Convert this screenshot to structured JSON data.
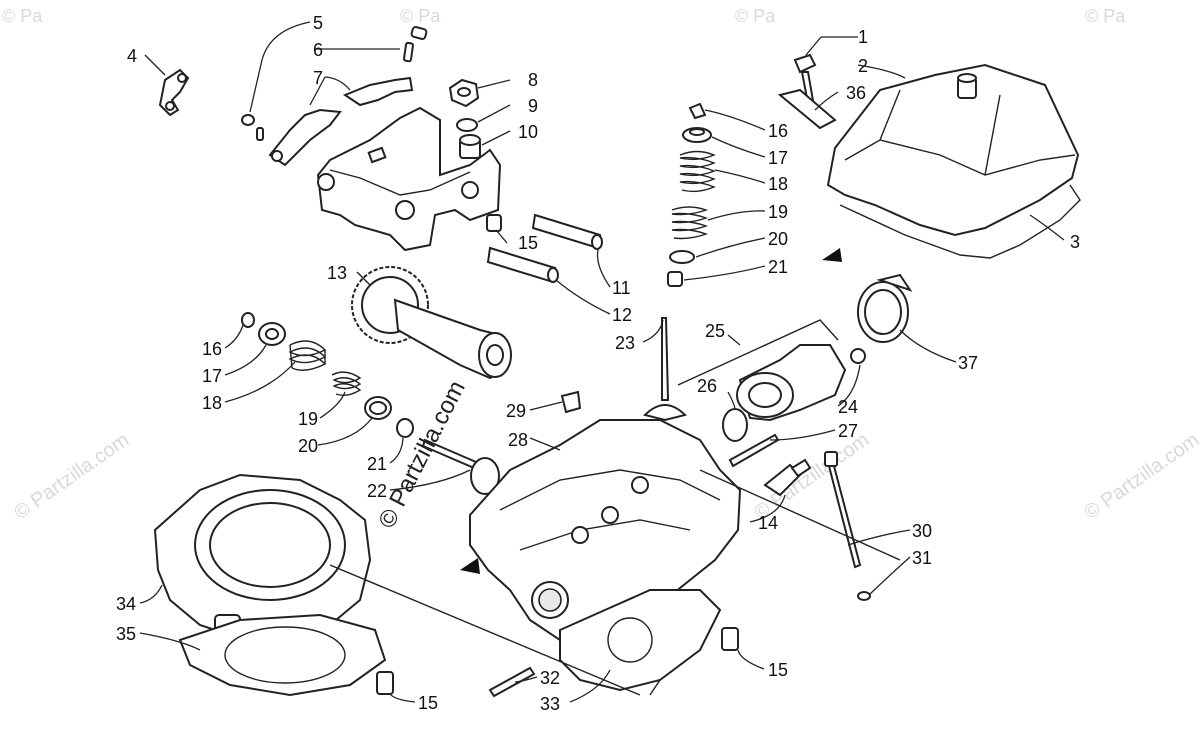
{
  "watermark": {
    "main_text": "© Partzilla.com",
    "faint_text": "© Partzilla.com",
    "corner_text": "© Pa"
  },
  "callouts": [
    {
      "id": "c1",
      "label": "1"
    },
    {
      "id": "c2",
      "label": "2"
    },
    {
      "id": "c3",
      "label": "3"
    },
    {
      "id": "c4",
      "label": "4"
    },
    {
      "id": "c5",
      "label": "5"
    },
    {
      "id": "c6",
      "label": "6"
    },
    {
      "id": "c7",
      "label": "7"
    },
    {
      "id": "c8",
      "label": "8"
    },
    {
      "id": "c9",
      "label": "9"
    },
    {
      "id": "c10",
      "label": "10"
    },
    {
      "id": "c11",
      "label": "11"
    },
    {
      "id": "c12",
      "label": "12"
    },
    {
      "id": "c13",
      "label": "13"
    },
    {
      "id": "c14",
      "label": "14"
    },
    {
      "id": "c15a",
      "label": "15"
    },
    {
      "id": "c15b",
      "label": "15"
    },
    {
      "id": "c15c",
      "label": "15"
    },
    {
      "id": "c16a",
      "label": "16"
    },
    {
      "id": "c16b",
      "label": "16"
    },
    {
      "id": "c17a",
      "label": "17"
    },
    {
      "id": "c17b",
      "label": "17"
    },
    {
      "id": "c18a",
      "label": "18"
    },
    {
      "id": "c18b",
      "label": "18"
    },
    {
      "id": "c19a",
      "label": "19"
    },
    {
      "id": "c19b",
      "label": "19"
    },
    {
      "id": "c20a",
      "label": "20"
    },
    {
      "id": "c20b",
      "label": "20"
    },
    {
      "id": "c21a",
      "label": "21"
    },
    {
      "id": "c21b",
      "label": "21"
    },
    {
      "id": "c22",
      "label": "22"
    },
    {
      "id": "c23",
      "label": "23"
    },
    {
      "id": "c24",
      "label": "24"
    },
    {
      "id": "c25",
      "label": "25"
    },
    {
      "id": "c26",
      "label": "26"
    },
    {
      "id": "c27",
      "label": "27"
    },
    {
      "id": "c28",
      "label": "28"
    },
    {
      "id": "c29",
      "label": "29"
    },
    {
      "id": "c30",
      "label": "30"
    },
    {
      "id": "c31",
      "label": "31"
    },
    {
      "id": "c32",
      "label": "32"
    },
    {
      "id": "c33",
      "label": "33"
    },
    {
      "id": "c34",
      "label": "34"
    },
    {
      "id": "c35",
      "label": "35"
    },
    {
      "id": "c36",
      "label": "36"
    },
    {
      "id": "c37",
      "label": "37"
    }
  ]
}
